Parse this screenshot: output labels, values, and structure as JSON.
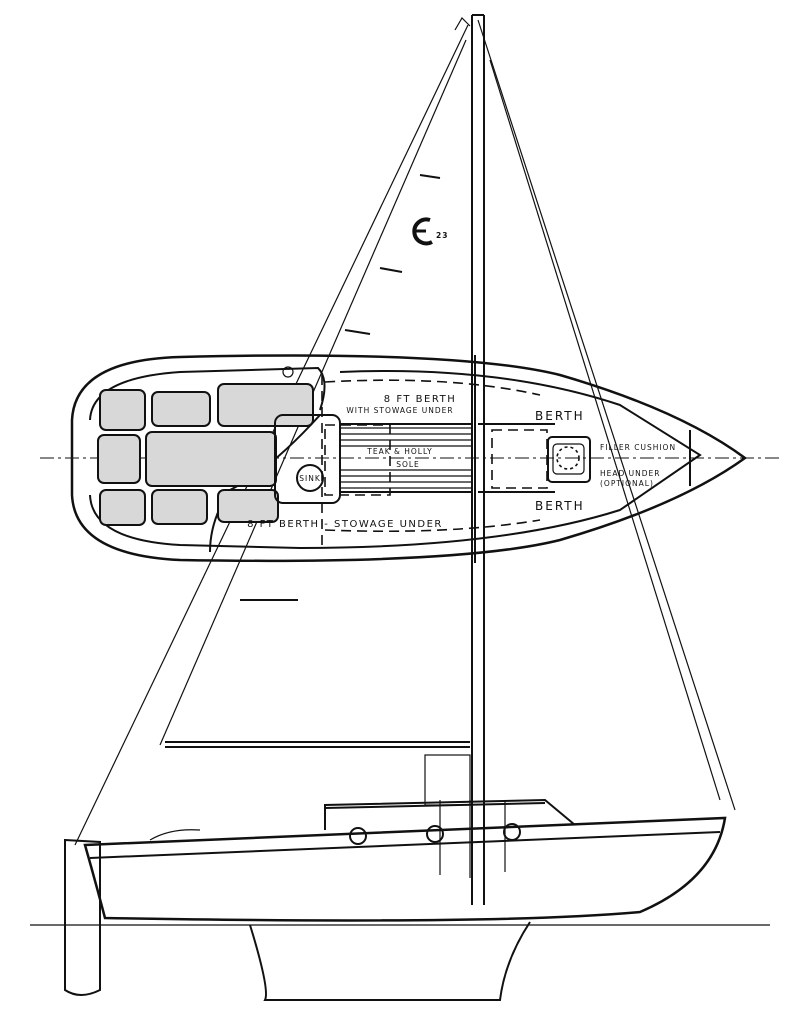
{
  "logo": {
    "text": "C 23"
  },
  "labels": {
    "berth_port": "8 FT BERTH",
    "berth_port_sub": "WITH STOWAGE UNDER",
    "berth_starboard": "8 FT BERTH - STOWAGE UNDER",
    "sole_line1": "TEAK & HOLLY",
    "sole_line2": "SOLE",
    "sink": "SINK",
    "vberth_top": "BERTH",
    "vberth_bottom": "BERTH",
    "filler": "FILLER CUSHION",
    "head_line1": "HEAD UNDER",
    "head_line2": "(OPTIONAL)"
  },
  "colors": {
    "line": "#111111",
    "cushion": "#d8d8d8",
    "background": "#ffffff"
  }
}
